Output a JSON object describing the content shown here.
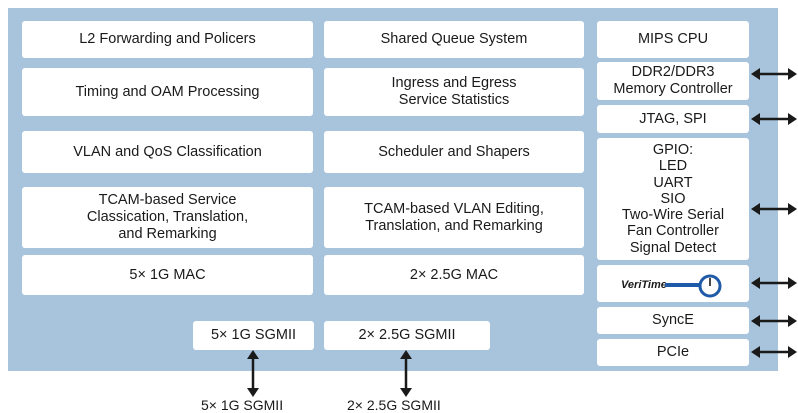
{
  "blocks": {
    "l2_forwarding": "L2 Forwarding and Policers",
    "shared_queue": "Shared Queue System",
    "timing_oam": "Timing and OAM Processing",
    "ingress_egress": "Ingress and Egress\nService Statistics",
    "vlan_qos": "VLAN and QoS Classification",
    "scheduler": "Scheduler and Shapers",
    "tcam_service": "TCAM-based Service\nClassication, Translation,\nand Remarking",
    "tcam_vlan": "TCAM-based VLAN Editing,\nTranslation, and Remarking",
    "mac_1g": "5× 1G MAC",
    "mac_25g": "2× 2.5G MAC",
    "sgmii_1g": "5× 1G SGMII",
    "sgmii_25g": "2× 2.5G SGMII"
  },
  "side_blocks": {
    "mips": "MIPS CPU",
    "ddr": "DDR2/DDR3\nMemory Controller",
    "jtag": "JTAG, SPI",
    "gpio": "GPIO:\nLED\nUART\nSIO\nTwo-Wire Serial\nFan Controller\nSignal Detect",
    "veritime": "VeriTime",
    "synce": "SyncE",
    "pcie": "PCIe"
  },
  "external_labels": {
    "sgmii_1g": "5× 1G SGMII",
    "sgmii_25g": "2× 2.5G SGMII"
  },
  "colors": {
    "panel": "#a8c3dc",
    "box": "#ffffff",
    "logo_blue": "#1f5aa8"
  }
}
